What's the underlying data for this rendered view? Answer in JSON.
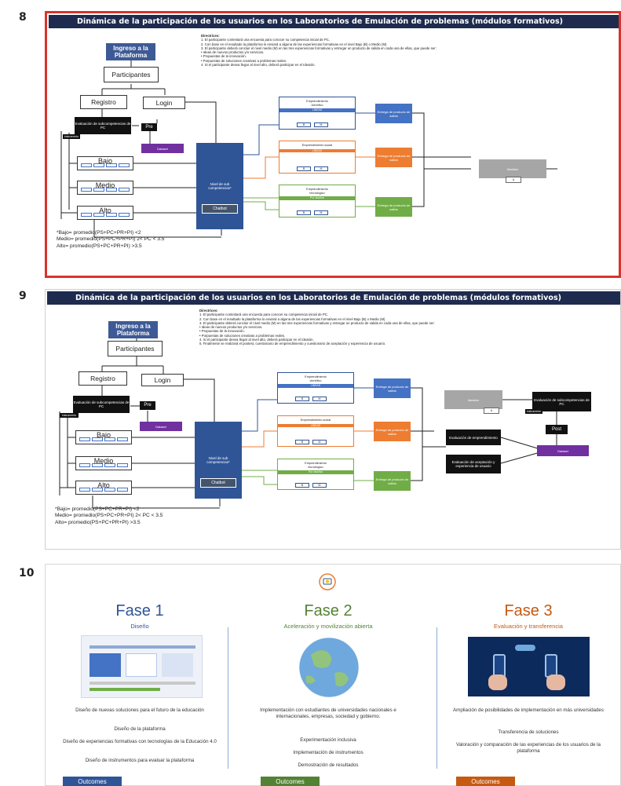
{
  "slides": {
    "s8": {
      "number": "8"
    },
    "s9": {
      "number": "9"
    },
    "s10": {
      "number": "10"
    }
  },
  "flow": {
    "title": "Dinámica de la participación de los usuarios en los Laboratorios de Emulación de problemas (módulos formativos)",
    "ingreso": "Ingreso a la Plataforma",
    "participantes": "Participantes",
    "registro": "Registro",
    "login": "Login",
    "evaluacion_pc": "Evaluación de subcompetencias de PC",
    "instrumento": "instrumento",
    "pre": "Pre",
    "dataset": "Dataset",
    "levels": [
      "Bajo",
      "Medio",
      "Alto"
    ],
    "nivel": "Nivel de sub competencias*",
    "chatbot": "Chatbot",
    "labs": [
      {
        "name": "Emprendimiento científico",
        "band": "LINEAS"
      },
      {
        "name": "Emprendimiento social",
        "band": "LÍNEAS"
      },
      {
        "name": "Emprendimiento tecnológico",
        "band": "Por diseñar"
      }
    ],
    "entrega": "Entrega de producto de salida",
    "mini_b": "B",
    "mini_m": "M",
    "ideation": "Ideation",
    "ideation_a": "A",
    "formula": [
      "*Bajo= promedio(PS+PC+PR+PI) <2",
      "Medio= promedio(PS+PC+PR+PI) 2< PC < 3.5",
      "Alto= promedio(PS+PC+PR+PI) >3.5"
    ],
    "directrices_title": "Directrices:",
    "directrices": [
      "1.      El participante contestará una encuesta para conocer su competencia inicial de PC.",
      "2.      Con base en el resultado la plataforma lo enviará a alguna de las experiencias formativas en el nivel Bajo (B) o Medio (M)",
      "3.      El participante deberá concluir el nivel medio (M) en las tres experiencias formativas y entregar un producto de salida en cada una de ellas, que puede ser:",
      "              •      Ideas de nuevos productos y/o servicios.",
      "              •      Propuestas de la innovación.",
      "              •      Porpuestas de soluciones creativas a problemas reales.",
      "4.      Si el participante desea llegar al nivel alto, deberá participar en el Ideatón."
    ],
    "directrices_extra": "5.      Finalmente se realizará el postest, cuestionario de emprendimiento y cuestionario de aceptación y experiencia de usuario.",
    "post_eval": "Evaluación de subcompetencias de PC",
    "post": "Post",
    "eval_empr": "Evaluación de emprendimiento",
    "eval_acept": "Evaluación de aceptación y experiencia de usuario"
  },
  "phases": [
    {
      "title": "Fase 1",
      "subtitle": "Diseño",
      "color": "#2f5597",
      "items": [
        "Diseño de nuevas soluciones para el futuro de la educación",
        "Diseño de la plataforma",
        "Diseño de experiencias formativas con tecnologías de la Educación 4.0",
        "Diseño de instrumentos para evaluar la plataforma"
      ],
      "outcomes": "Outcomes"
    },
    {
      "title": "Fase 2",
      "subtitle": "Aceleración y movilización abierta",
      "color": "#548235",
      "items": [
        "Implementación con estudiantes de universidades nacionales e internacionales, empresas, sociedad y gobierno.",
        "Experimentación inclusiva",
        "Implementación de instrumentos",
        "Demostración de resultados"
      ],
      "outcomes": "Outcomes"
    },
    {
      "title": "Fase 3",
      "subtitle": "Evaluación y transferencia",
      "color": "#c55a11",
      "items": [
        "Ampliación de posibilidades de implementación en más universidades",
        "Transferencia de soluciones",
        "Valoración y comparación de las experiencias de los usuarios de la plataforma"
      ],
      "outcomes": "Outcomes"
    }
  ]
}
